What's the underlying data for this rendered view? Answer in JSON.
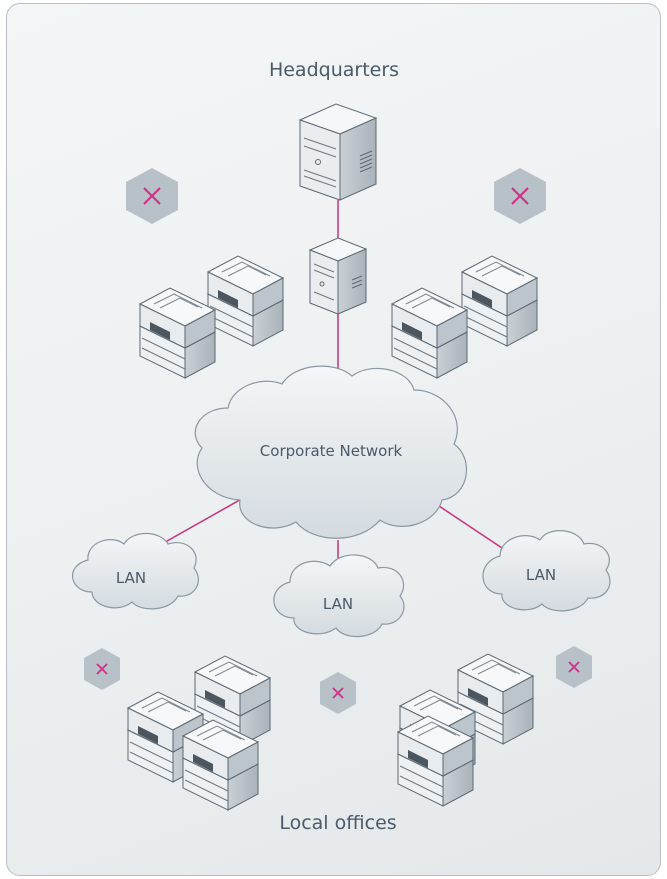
{
  "diagram": {
    "title_top": "Headquarters",
    "title_bottom": "Local offices",
    "network_label": "Corporate Network",
    "lan_labels": [
      "LAN",
      "LAN",
      "LAN"
    ],
    "colors": {
      "link": "#c8307e",
      "hex_badge": "#b7c1c7",
      "x_mark": "#d0308a",
      "cloud_fill": "#dfe5ea",
      "cloud_stroke": "#8a98a3"
    },
    "icons": [
      "server-tower-icon",
      "server-small-icon",
      "printer-icon",
      "not-allowed-icon",
      "cloud-icon"
    ]
  }
}
